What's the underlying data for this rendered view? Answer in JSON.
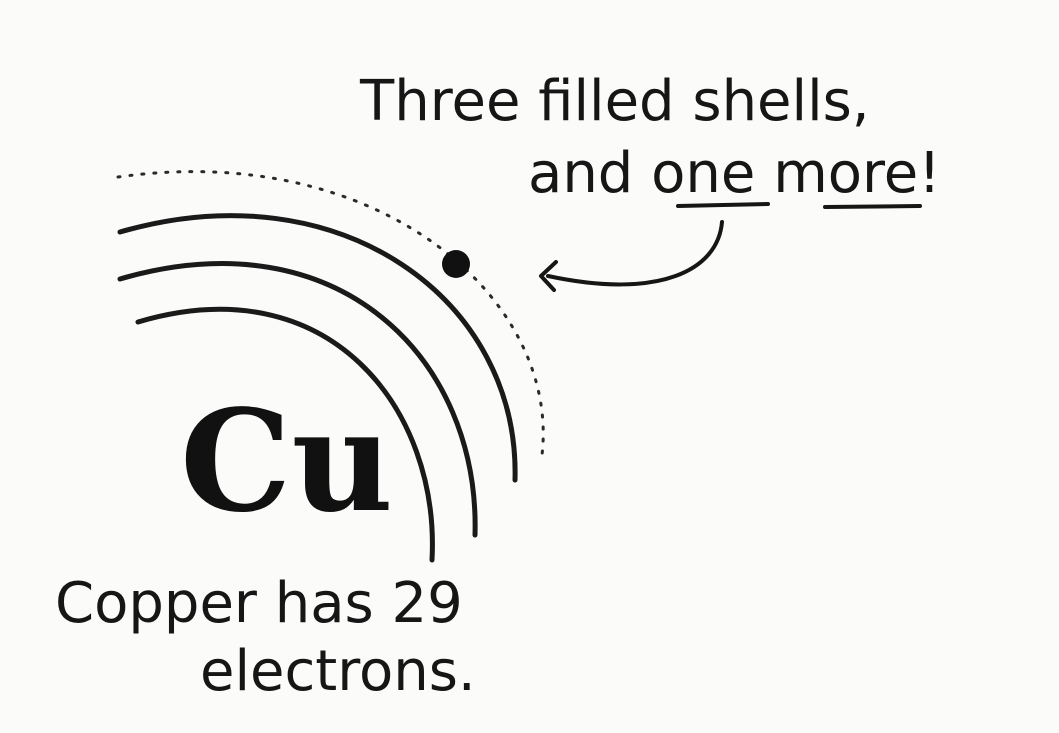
{
  "annotation": {
    "line1": "Three filled shells,",
    "line2_prefix": "and ",
    "line2_one": "one",
    "line2_mid": " ",
    "line2_more": "more",
    "line2_suffix": "!"
  },
  "element": {
    "symbol": "Cu"
  },
  "caption": {
    "line1": "Copper has 29",
    "line2": "electrons."
  },
  "diagram": {
    "filled_shells": 3,
    "outer_electrons": 1
  }
}
